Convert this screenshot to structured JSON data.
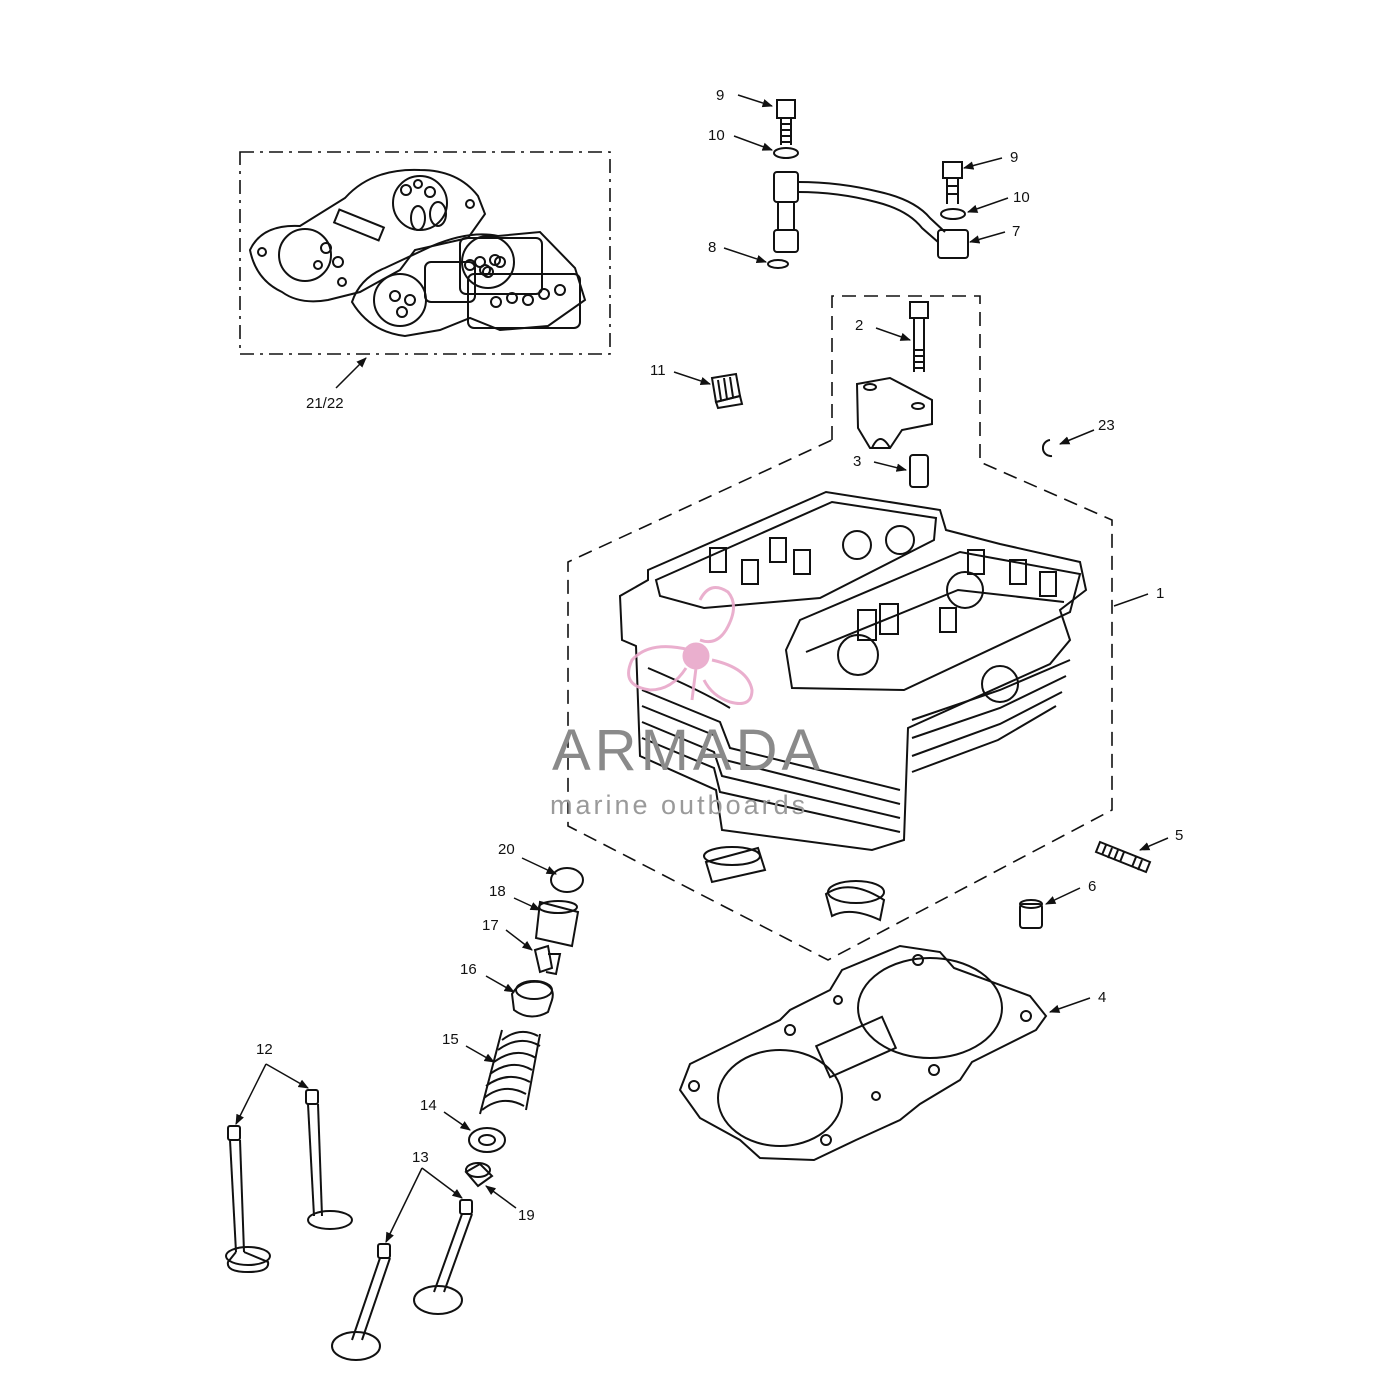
{
  "diagram": {
    "watermark": {
      "brand": "ARMADA",
      "tagline": "marine outboards",
      "logo_color": "#e8a7c9"
    },
    "parts": [
      {
        "id": "p1",
        "label": "1",
        "name": "cylinder-head"
      },
      {
        "id": "p2",
        "label": "2",
        "name": "bolt"
      },
      {
        "id": "p3",
        "label": "3",
        "name": "dowel"
      },
      {
        "id": "p4",
        "label": "4",
        "name": "head-gasket"
      },
      {
        "id": "p5",
        "label": "5",
        "name": "stud"
      },
      {
        "id": "p6",
        "label": "6",
        "name": "dowel"
      },
      {
        "id": "p7",
        "label": "7",
        "name": "oil-pipe"
      },
      {
        "id": "p8",
        "label": "8",
        "name": "o-ring"
      },
      {
        "id": "p9a",
        "label": "9",
        "name": "banjo-bolt"
      },
      {
        "id": "p9b",
        "label": "9",
        "name": "banjo-bolt"
      },
      {
        "id": "p10a",
        "label": "10",
        "name": "washer"
      },
      {
        "id": "p10b",
        "label": "10",
        "name": "washer"
      },
      {
        "id": "p11",
        "label": "11",
        "name": "plug"
      },
      {
        "id": "p12",
        "label": "12",
        "name": "inlet-valves"
      },
      {
        "id": "p13",
        "label": "13",
        "name": "exhaust-valves"
      },
      {
        "id": "p14",
        "label": "14",
        "name": "spring-seat"
      },
      {
        "id": "p15",
        "label": "15",
        "name": "valve-spring"
      },
      {
        "id": "p16",
        "label": "16",
        "name": "spring-retainer"
      },
      {
        "id": "p17",
        "label": "17",
        "name": "collets"
      },
      {
        "id": "p18",
        "label": "18",
        "name": "bucket-tappet"
      },
      {
        "id": "p19",
        "label": "19",
        "name": "valve-stem-seal"
      },
      {
        "id": "p20",
        "label": "20",
        "name": "shim"
      },
      {
        "id": "p21",
        "label": "21/22",
        "name": "gasket-set"
      },
      {
        "id": "p23",
        "label": "23",
        "name": "clip"
      }
    ]
  }
}
